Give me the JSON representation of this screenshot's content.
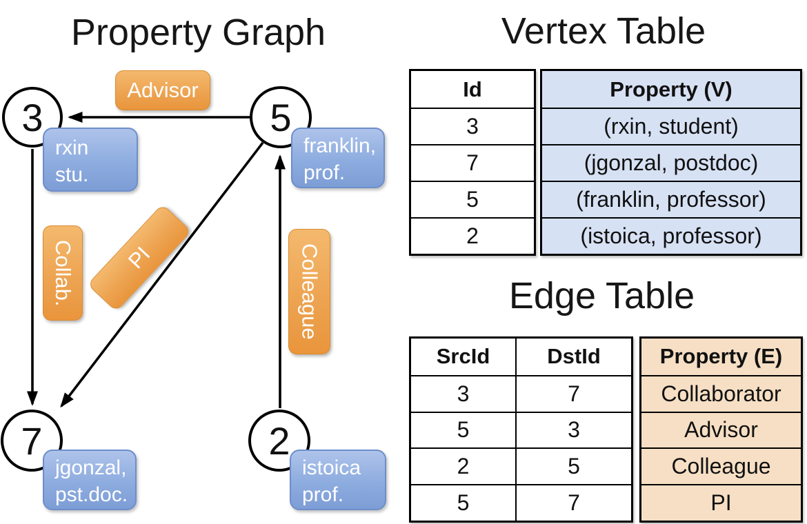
{
  "graph": {
    "title": "Property Graph",
    "nodes": [
      {
        "id": "3"
      },
      {
        "id": "5"
      },
      {
        "id": "7"
      },
      {
        "id": "2"
      }
    ],
    "vertex_labels": [
      {
        "node": "3",
        "line1": "rxin",
        "line2": "stu."
      },
      {
        "node": "5",
        "line1": "franklin,",
        "line2": "prof."
      },
      {
        "node": "7",
        "line1": "jgonzal,",
        "line2": "pst.doc."
      },
      {
        "node": "2",
        "line1": "istoica",
        "line2": "prof."
      }
    ],
    "edge_labels": [
      {
        "edge": "5-3",
        "text": "Advisor"
      },
      {
        "edge": "3-7",
        "text": "Collab."
      },
      {
        "edge": "5-7",
        "text": "PI"
      },
      {
        "edge": "2-5",
        "text": "Colleague"
      }
    ]
  },
  "vertex_table": {
    "title": "Vertex Table",
    "columns": {
      "id": "Id",
      "property": "Property (V)"
    },
    "rows": [
      {
        "id": "3",
        "property": "(rxin, student)"
      },
      {
        "id": "7",
        "property": "(jgonzal, postdoc)"
      },
      {
        "id": "5",
        "property": "(franklin, professor)"
      },
      {
        "id": "2",
        "property": "(istoica, professor)"
      }
    ]
  },
  "edge_table": {
    "title": "Edge Table",
    "columns": {
      "src": "SrcId",
      "dst": "DstId",
      "property": "Property (E)"
    },
    "rows": [
      {
        "src": "3",
        "dst": "7",
        "property": "Collaborator"
      },
      {
        "src": "5",
        "dst": "3",
        "property": "Advisor"
      },
      {
        "src": "2",
        "dst": "5",
        "property": "Colleague"
      },
      {
        "src": "5",
        "dst": "7",
        "property": "PI"
      }
    ]
  },
  "colors": {
    "vertex_property_cell_bg": "#d7e1f4",
    "edge_property_cell_bg": "#f6dfc4",
    "vertex_box_blue": "#8dacdf",
    "edge_label_orange": "#eda452",
    "line_black": "#000000"
  }
}
